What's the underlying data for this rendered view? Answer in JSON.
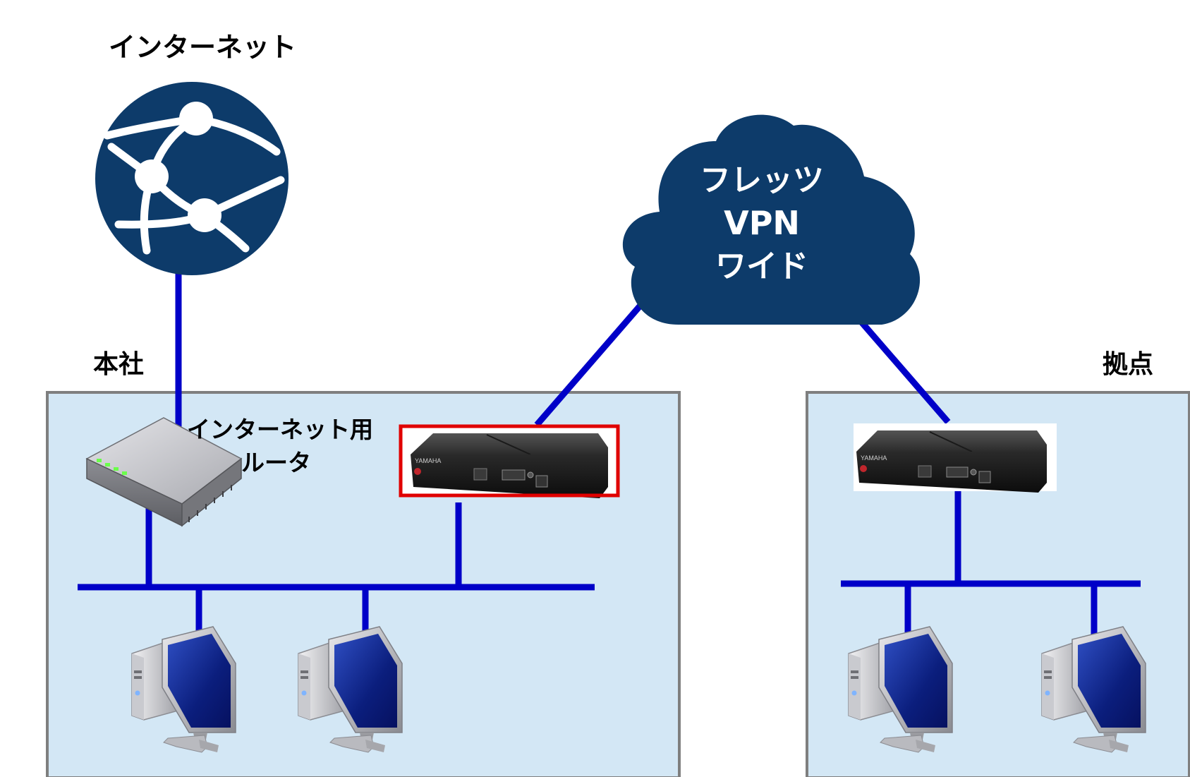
{
  "labels": {
    "internet": "インターネット",
    "head_office": "本社",
    "branch": "拠点",
    "internet_router_line1": "インターネット用",
    "internet_router_line2": "ルータ",
    "cloud_line1": "フレッツ",
    "cloud_line2": "VPN",
    "cloud_line3": "ワイド"
  },
  "logos": {
    "router_brand": "YAMAHA"
  },
  "icons": {
    "internet": "globe-network-icon",
    "cloud": "cloud-icon",
    "internet_router": "network-switch-icon",
    "vpn_router": "yamaha-router-icon",
    "pc": "desktop-pc-icon"
  },
  "colors": {
    "network_line": "#0000c8",
    "icon_navy": "#0d3b6a",
    "zone_fill": "#d3e7f5",
    "zone_border": "#7f7f7f",
    "highlight": "#e00000",
    "text": "#000000",
    "cloud_text": "#ffffff"
  }
}
